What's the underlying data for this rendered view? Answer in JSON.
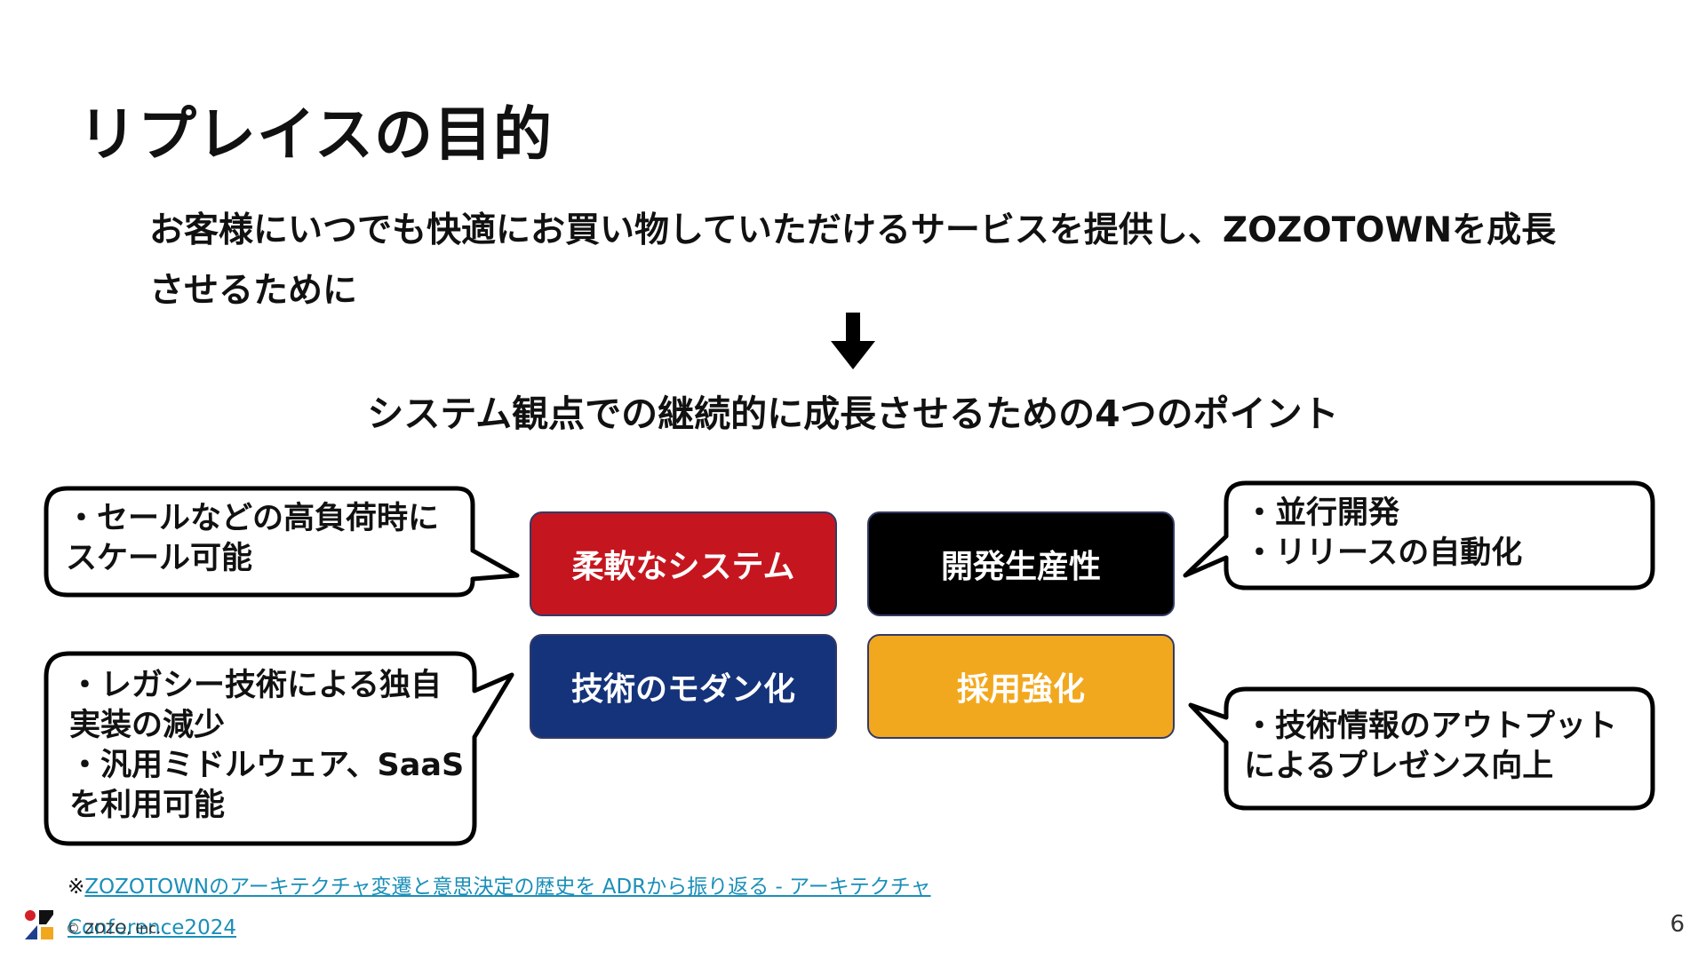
{
  "slide": {
    "title": "リプレイスの目的",
    "subtitle": "お客様にいつでも快適にお買い物していただけるサービスを提供し、ZOZOTOWNを成長させるために",
    "points_heading": "システム観点での継続的に成長させるための4つのポイント",
    "page_number": "6"
  },
  "points": [
    {
      "label": "柔軟なシステム",
      "color": "#c5161f"
    },
    {
      "label": "開発生産性",
      "color": "#000000"
    },
    {
      "label": "技術のモダン化",
      "color": "#14337a"
    },
    {
      "label": "採用強化",
      "color": "#f2a81e"
    }
  ],
  "callouts": {
    "flexible_system": {
      "lines": [
        "・セールなどの高負荷時に",
        "スケール可能"
      ]
    },
    "dev_productivity": {
      "lines": [
        "・並行開発",
        "・リリースの自動化"
      ]
    },
    "modernization": {
      "lines": [
        "・レガシー技術による独自",
        "実装の減少",
        "・汎用ミドルウェア、SaaS",
        "を利用可能"
      ]
    },
    "hiring": {
      "lines": [
        "・技術情報のアウトプット",
        "によるプレゼンス向上"
      ]
    }
  },
  "reference": {
    "prefix": "※",
    "link_text": "ZOZOTOWNのアーキテクチャ変遷と意思決定の歴史を ADRから振り返る - アーキテクチャConference2024"
  },
  "footer": {
    "copyright": "© ZOZO, Inc."
  },
  "icons": {
    "arrow": "arrow-down-icon",
    "logo": "zozo-logo"
  }
}
